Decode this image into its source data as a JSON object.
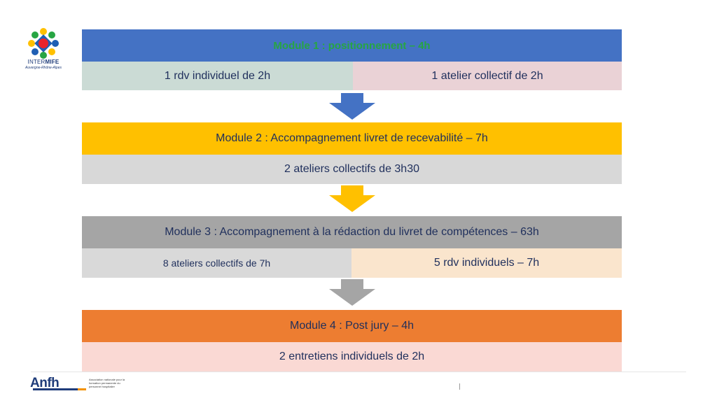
{
  "module1": {
    "title": "Module 1 : positionnement – 4h",
    "left": "1 rdv individuel de 2h",
    "right": "1 atelier collectif de 2h"
  },
  "module2": {
    "title": "Module 2 : Accompagnement livret de recevabilité – 7h",
    "detail": "2 ateliers collectifs de 3h30"
  },
  "module3": {
    "title": "Module 3 : Accompagnement à la rédaction du livret de compétences – 63h",
    "left": "8 ateliers collectifs de 7h",
    "right": "5 rdv individuels – 7h"
  },
  "module4": {
    "title": "Module 4 : Post jury – 4h",
    "detail": "2 entretiens individuels de 2h"
  },
  "arrows": {
    "arrow1_color": "#4472c4",
    "arrow2_color": "#ffc000",
    "arrow3_color": "#a5a5a5"
  },
  "logos": {
    "intermife_prefix": "INTER",
    "intermife_suffix": "MIFE",
    "intermife_region": "Auvergne-Rhône-Alpes",
    "anfh_name": "Anfh",
    "anfh_tagline": "Association nationale pour la formation permanente du personnel hospitalier"
  }
}
